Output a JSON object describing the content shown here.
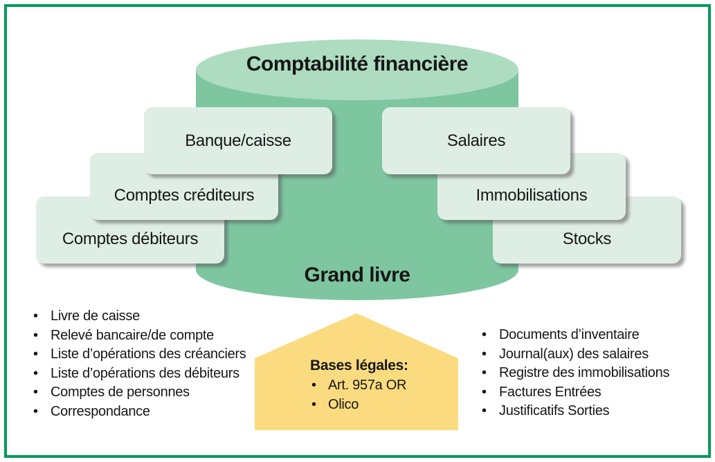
{
  "colors": {
    "frame": "#009b59",
    "cylinder-body": "#7dc6a0",
    "cylinder-top": "#aedcc0",
    "card-fill": "#dfeee5",
    "legal-fill": "#fbdb80",
    "text": "#161616"
  },
  "cylinder": {
    "top_label": "Comptabilité financière",
    "bottom_label": "Grand livre"
  },
  "cards": {
    "left": [
      "Banque/caisse",
      "Comptes créditeurs",
      "Comptes débiteurs"
    ],
    "right": [
      "Salaires",
      "Immobilisations",
      "Stocks"
    ]
  },
  "left_list": [
    "Livre de caisse",
    "Relevé bancaire/de compte",
    "Liste d’opérations des créanciers",
    "Liste d’opérations des débiteurs",
    "Comptes de personnes",
    "Correspondance"
  ],
  "right_list": [
    "Documents d’inventaire",
    "Journal(aux) des salaires",
    "Registre des immobilisations",
    "Factures Entrées",
    "Justificatifs Sorties"
  ],
  "legal": {
    "title": "Bases légales:",
    "items": [
      "Art. 957a OR",
      "Olico"
    ]
  }
}
